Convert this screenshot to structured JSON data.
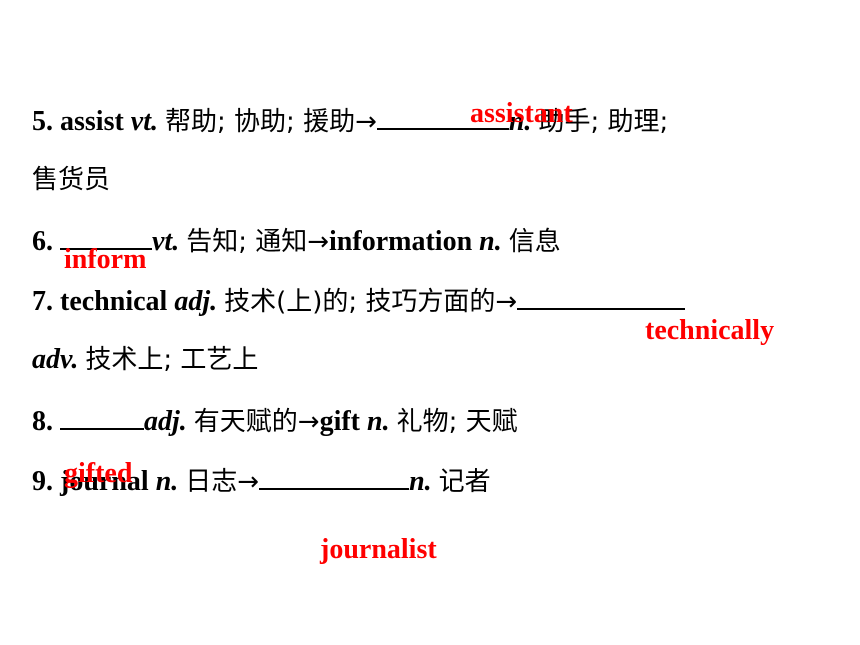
{
  "items": [
    {
      "number": "5.",
      "word": "assist",
      "pos": "vt.",
      "meaning": "帮助; 协助; 援助→",
      "after_pos": "n.",
      "after_meaning": "助手; 助理;",
      "continuation": "售货员",
      "answer": "assistant"
    },
    {
      "number": "6.",
      "pos": "vt.",
      "meaning": "告知; 通知→",
      "derived_word": "information",
      "derived_pos": "n.",
      "derived_meaning": "信息",
      "answer": "inform"
    },
    {
      "number": "7.",
      "word": "technical",
      "pos": "adj.",
      "meaning": "技术(上)的; 技巧方面的→",
      "continuation_pos": "adv.",
      "continuation_meaning": "技术上; 工艺上",
      "answer": "technically"
    },
    {
      "number": "8.",
      "pos": "adj.",
      "meaning": "有天赋的→",
      "derived_word": "gift",
      "derived_pos": "n.",
      "derived_meaning": "礼物; 天赋",
      "answer": "gifted"
    },
    {
      "number": "9.",
      "word": "journal",
      "pos": "n.",
      "meaning": "日志→",
      "after_pos": "n.",
      "after_meaning": "记者",
      "answer": "journalist"
    }
  ],
  "colors": {
    "text": "#000000",
    "answer": "#ff0000"
  }
}
